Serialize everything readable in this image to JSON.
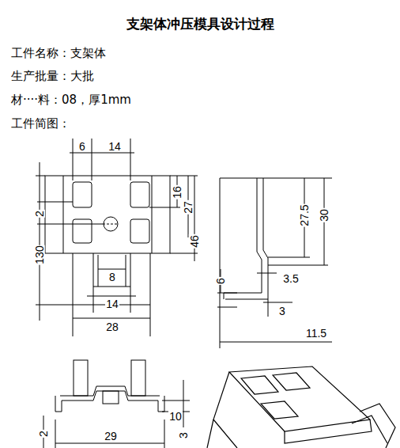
{
  "diagram": {
    "title": "支架体冲压模具设计过程",
    "labels": [
      "工件名称：支架体",
      "生产批量：大批",
      "材····料：08，厚1mm",
      "工件简图：",
      "6",
      "14",
      "2",
      "16",
      "27",
      "130",
      "46",
      "8",
      "14",
      "28",
      "27.5",
      "30",
      "6",
      "3.5",
      "3",
      "11.5",
      "29",
      "10",
      "2",
      "3"
    ]
  }
}
